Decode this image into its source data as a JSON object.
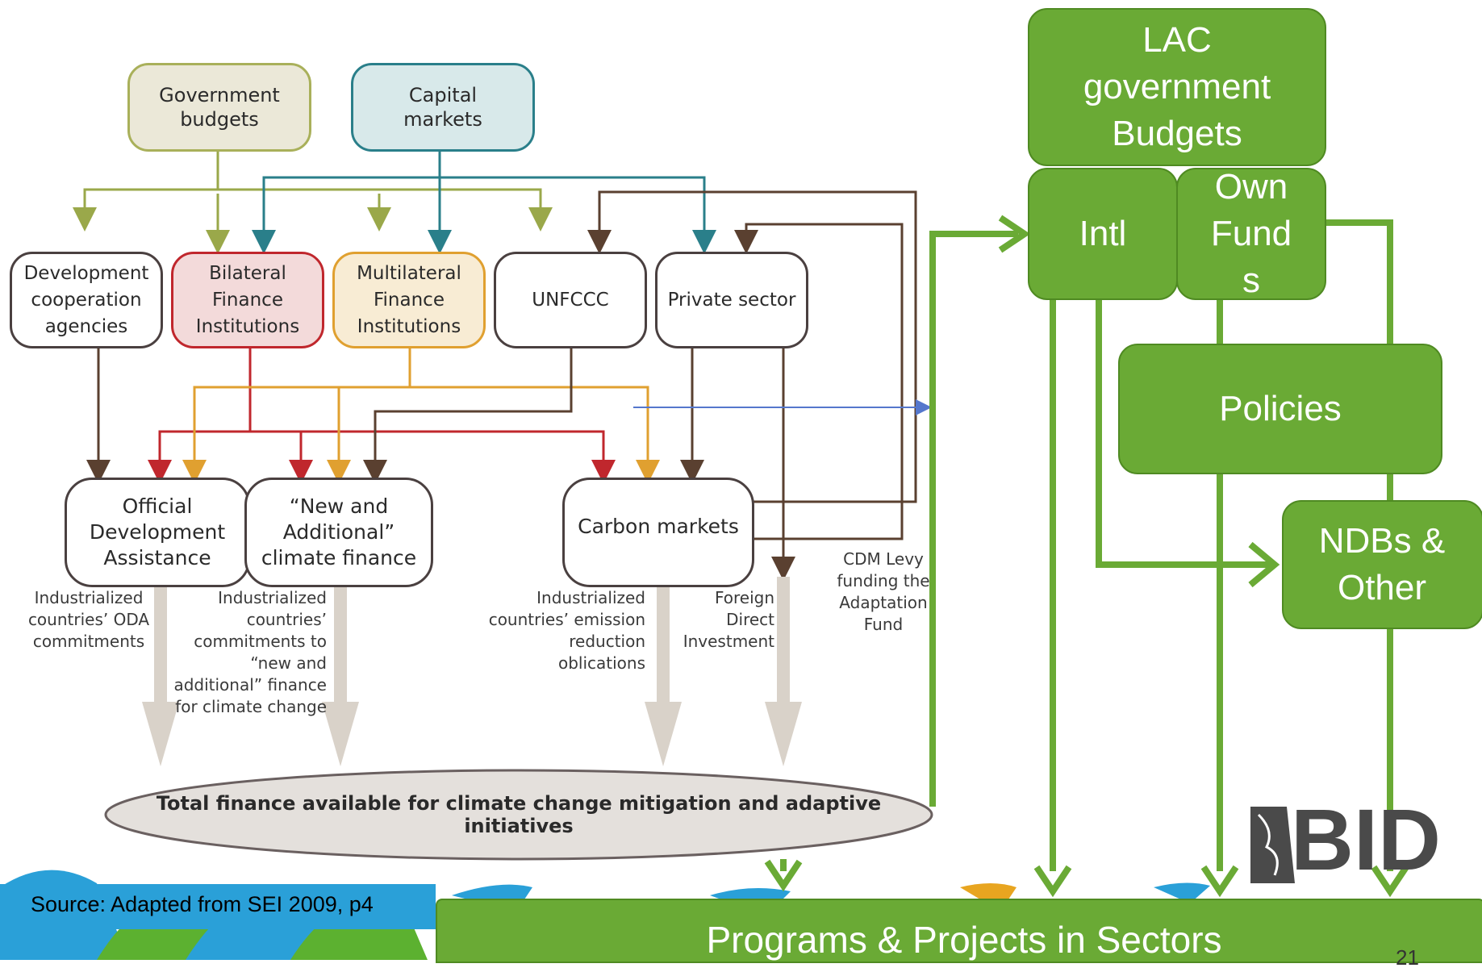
{
  "left_diagram": {
    "sources": {
      "government_budgets": "Government\nbudgets",
      "capital_markets": "Capital\nmarkets"
    },
    "institutions": {
      "development_agencies": "Development\ncooperation\nagencies",
      "bilateral_fi": "Bilateral\nFinance\nInstitutions",
      "multilateral_fi": "Multilateral\nFinance\nInstitutions",
      "unfccc": "UNFCCC",
      "private_sector": "Private sector"
    },
    "channels": {
      "oda": "Official\nDevelopment\nAssistance",
      "new_additional": "“New and\nAdditional”\nclimate finance",
      "carbon_markets": "Carbon markets"
    },
    "notes": {
      "oda_commitments": "Industrialized\ncountries’ ODA\ncommitments",
      "new_additional_commitments": "Industrialized\ncountries’\ncommitments to\n“new and\nadditional” finance\nfor climate change",
      "emission_obligations": "Industrialized\ncountries’ emission\nreduction\noblications",
      "fdi": "Foreign\nDirect\nInvestment",
      "cdm_levy": "CDM Levy\nfunding the\nAdaptation\nFund"
    },
    "total": "Total finance available for climate change mitigation and adaptive initiatives"
  },
  "right_diagram": {
    "lac_budgets": "LAC\ngovernment\nBudgets",
    "intl": "Intl",
    "own_funds": "Own\nFund\ns",
    "policies": "Policies",
    "ndbs": "NDBs &\nOther",
    "programs": "Programs & Projects in  Sectors"
  },
  "source_note": "Source: Adapted from SEI 2009, p4",
  "logo_text": "BID",
  "page_number": "21",
  "colors": {
    "green": "#6aaa35",
    "green_dark": "#4f8a22",
    "olive": "#9aa84a",
    "teal": "#2a7f8a",
    "dark_brown": "#5a4030",
    "red": "#c0272d",
    "orange": "#e0a030",
    "blue_line": "#5577cc"
  }
}
